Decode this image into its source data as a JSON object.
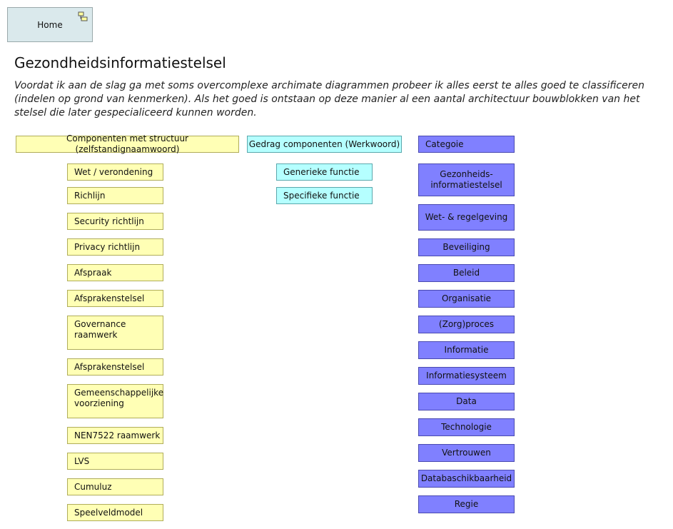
{
  "home": {
    "label": "Home"
  },
  "title": "Gezondheidsinformatiestelsel",
  "description": "Voordat ik aan de slag ga met soms overcomplexe archimate diagrammen probeer ik alles eerst te alles goed te classificeren (indelen op grond van kenmerken). Als het goed is ontstaan op deze manier al een aantal architectuur bouwblokken van het stelsel die later gespecialiceerd kunnen worden.",
  "headers": {
    "structure": "Componenten met structuur (zelfstandignaamwoord)",
    "behaviour": "Gedrag componenten (Werkwoord)",
    "category": "Categoie"
  },
  "structure_items": [
    "Wet / verondening",
    "Richlijn",
    "Security richtlijn",
    "Privacy richtlijn",
    "Afspraak",
    "Afsprakenstelsel",
    "Governance raamwerk",
    "Afsprakenstelsel",
    "Gemeenschappelijke voorziening",
    "NEN7522 raamwerk",
    "LVS",
    "Cumuluz",
    "Speelveldmodel"
  ],
  "behaviour_items": [
    "Generieke functie",
    "Specifieke functie"
  ],
  "category_items": [
    "Gezonheids-informatiestelsel",
    "Wet- & regelgeving",
    "Beveiliging",
    "Beleid",
    "Organisatie",
    "(Zorg)proces",
    "Informatie",
    "Informatiesysteem",
    "Data",
    "Technologie",
    "Vertrouwen",
    "Databaschikbaarheid",
    "Regie"
  ],
  "colors": {
    "structure": "#ffffb5",
    "behaviour": "#b5ffff",
    "category": "#8080ff",
    "home": "#dae9ec"
  }
}
